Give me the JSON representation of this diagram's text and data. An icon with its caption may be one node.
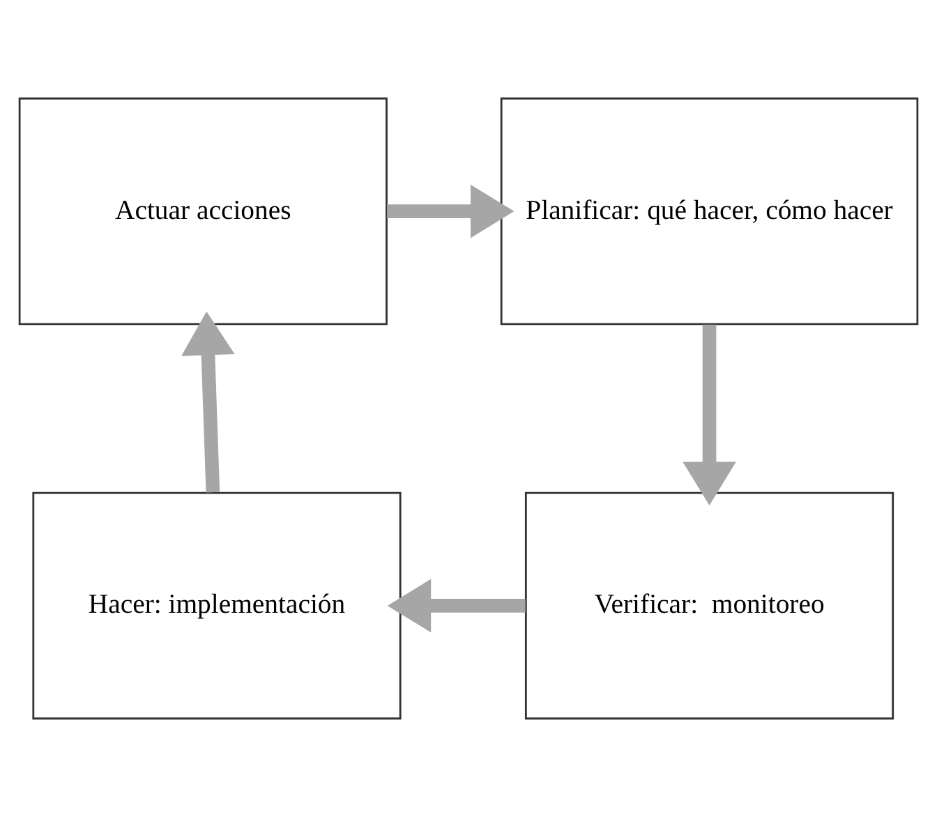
{
  "diagram": {
    "nodes": [
      {
        "text": [
          "Actuar acciones"
        ]
      },
      {
        "text": [
          "Planificar: qué hacer, cómo hacer"
        ]
      },
      {
        "text": [
          "Verificar:  monitoreo"
        ]
      },
      {
        "text": [
          "Hacer: implementación"
        ]
      }
    ],
    "edges": [
      {
        "from": 0,
        "to": 1,
        "arrow": "to"
      },
      {
        "from": 1,
        "to": 2,
        "arrow": "to"
      },
      {
        "from": 2,
        "to": 3,
        "arrow": "to"
      },
      {
        "from": 3,
        "to": 0,
        "arrow": "to"
      }
    ]
  }
}
